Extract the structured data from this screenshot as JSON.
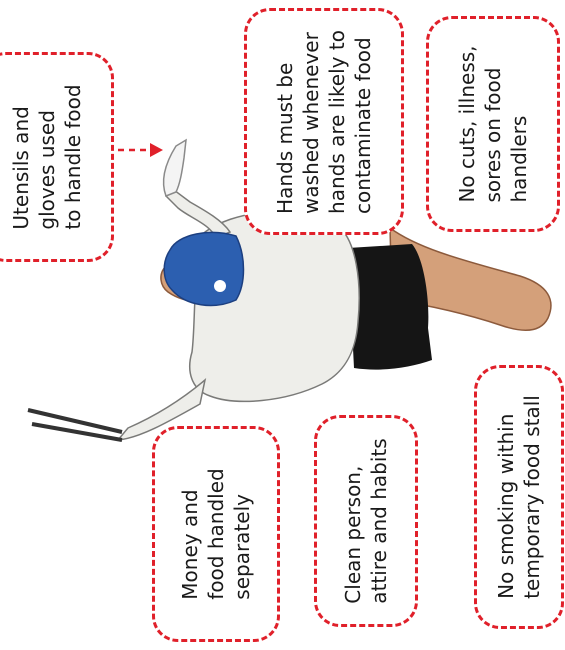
{
  "callouts": [
    {
      "id": "utensils",
      "text": "Utensils and\ngloves used\nto handle food"
    },
    {
      "id": "hands",
      "text": "Hands must be\nwashed whenever\nhands are likely to\ncontaminate food"
    },
    {
      "id": "illness",
      "text": "No cuts, illness,\nsores on food\nhandlers"
    },
    {
      "id": "money",
      "text": "Money and\nfood handled\nseparately"
    },
    {
      "id": "clean",
      "text": "Clean person,\nattire and habits"
    },
    {
      "id": "smoking",
      "text": "No smoking within\ntemporary food stall"
    }
  ],
  "colors": {
    "border": "#e0202a",
    "arrow": "#e0202a",
    "cap": "#2c5fb0",
    "shirt": "#eeeeea",
    "trousers": "#151515",
    "skin": "#d4a07a"
  }
}
